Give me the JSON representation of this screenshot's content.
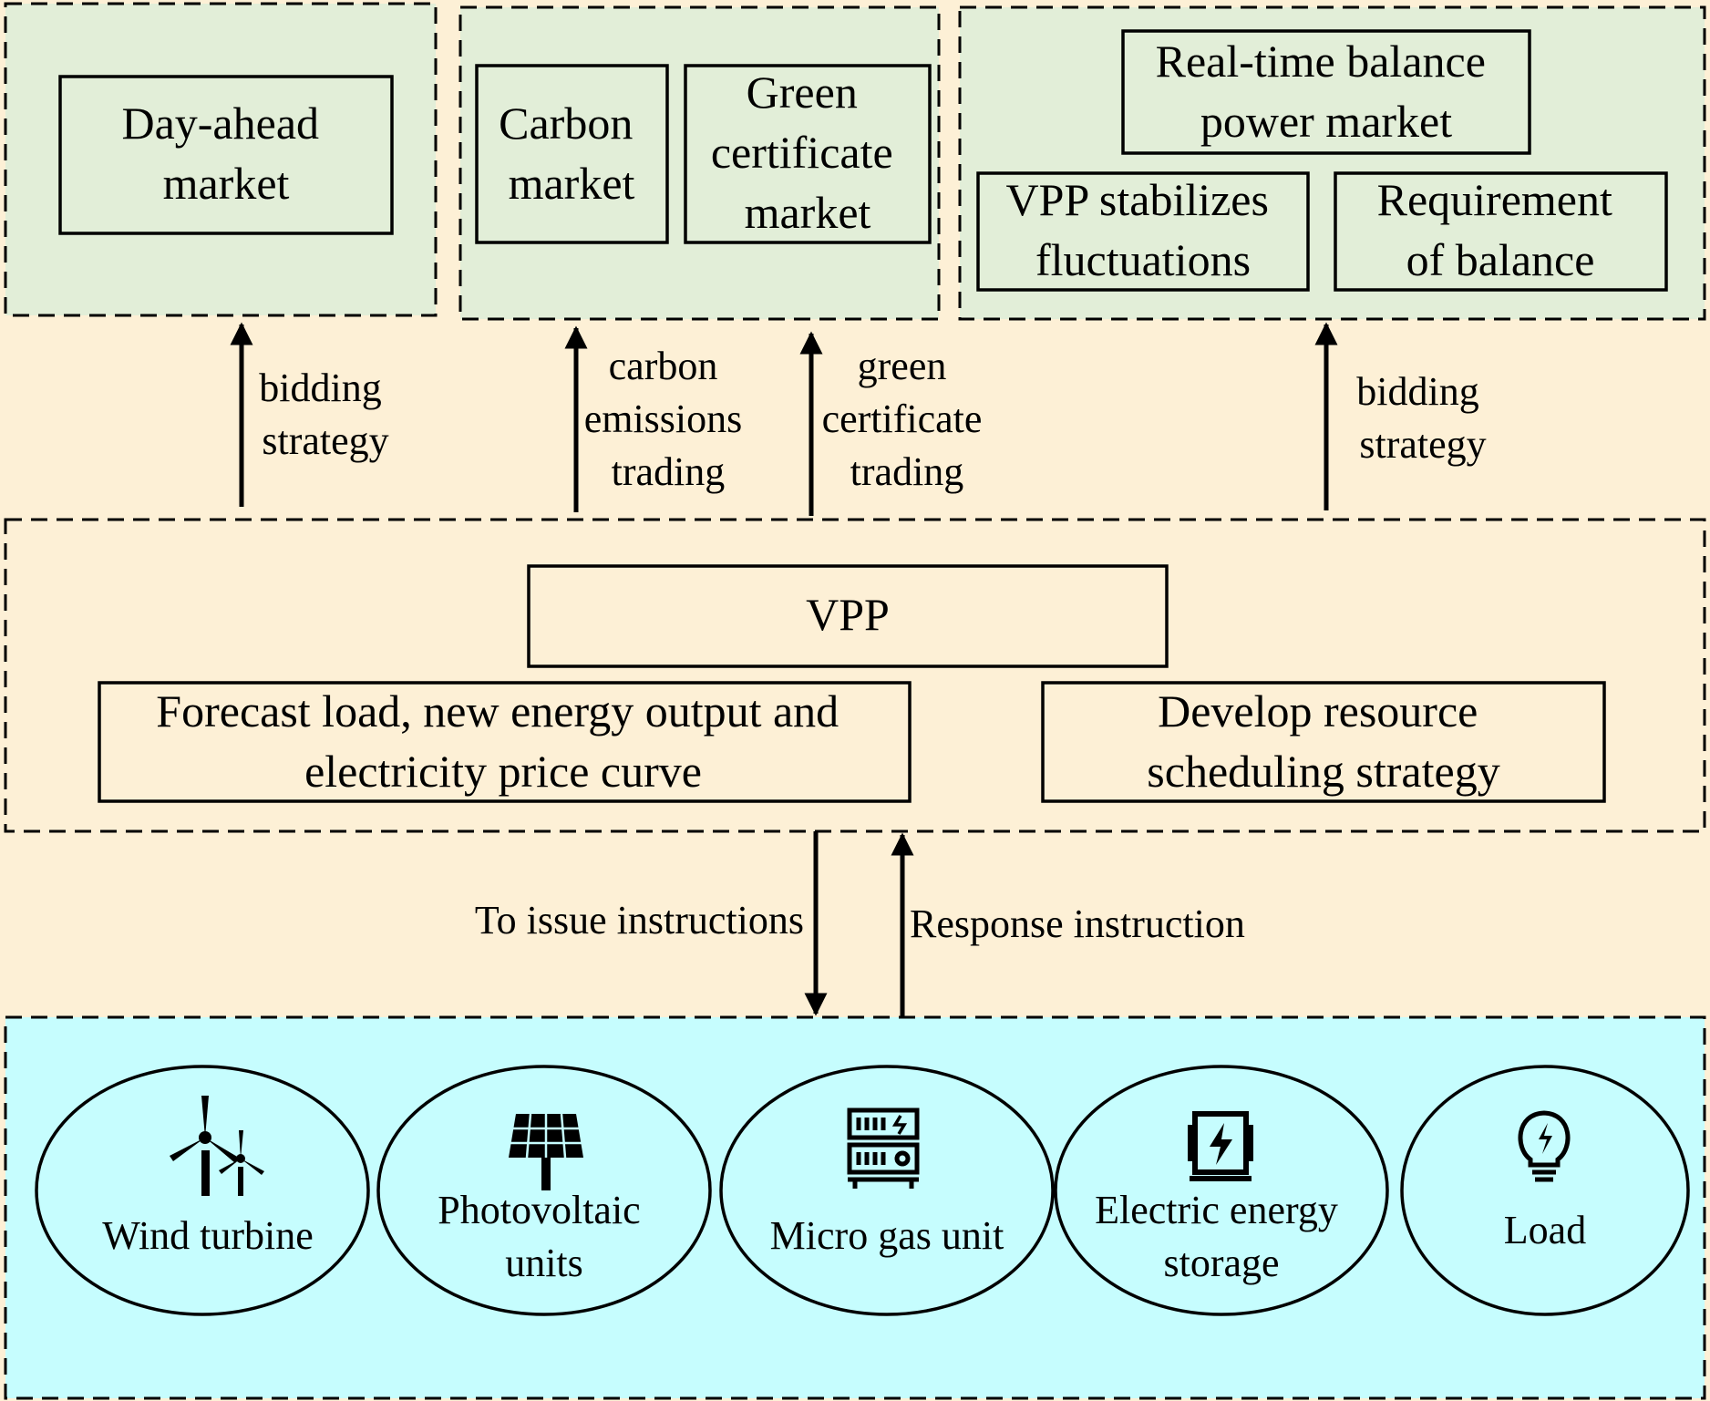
{
  "colors": {
    "background": "#fdf0d6",
    "market_panel": "#e2eed8",
    "resource_panel": "#c6fdfe",
    "stroke": "#000000"
  },
  "markets": {
    "day_ahead": "Day-ahead market",
    "carbon": "Carbon market",
    "green_certificate": "Green certificate market",
    "real_time": "Real-time balance power market",
    "vpp_stabilizes": "VPP stabilizes fluctuations",
    "requirement_balance": "Requirement of balance"
  },
  "arrow_labels": {
    "bidding_strategy_left": "bidding strategy",
    "carbon_trading": "carbon emissions trading",
    "green_trading": "green certificate trading",
    "bidding_strategy_right": "bidding strategy",
    "issue_instructions": "To issue instructions",
    "response_instruction": "Response instruction"
  },
  "vpp": {
    "title": "VPP",
    "forecast": "Forecast load, new energy output and electricity price curve",
    "scheduling": "Develop resource scheduling strategy"
  },
  "resources": [
    {
      "label": "Wind turbine",
      "icon": "wind-turbine-icon"
    },
    {
      "label": "Photovoltaic units",
      "icon": "solar-panel-icon"
    },
    {
      "label": "Micro gas unit",
      "icon": "gas-unit-icon"
    },
    {
      "label": "Electric energy storage",
      "icon": "battery-storage-icon"
    },
    {
      "label": "Load",
      "icon": "lightbulb-icon"
    }
  ]
}
